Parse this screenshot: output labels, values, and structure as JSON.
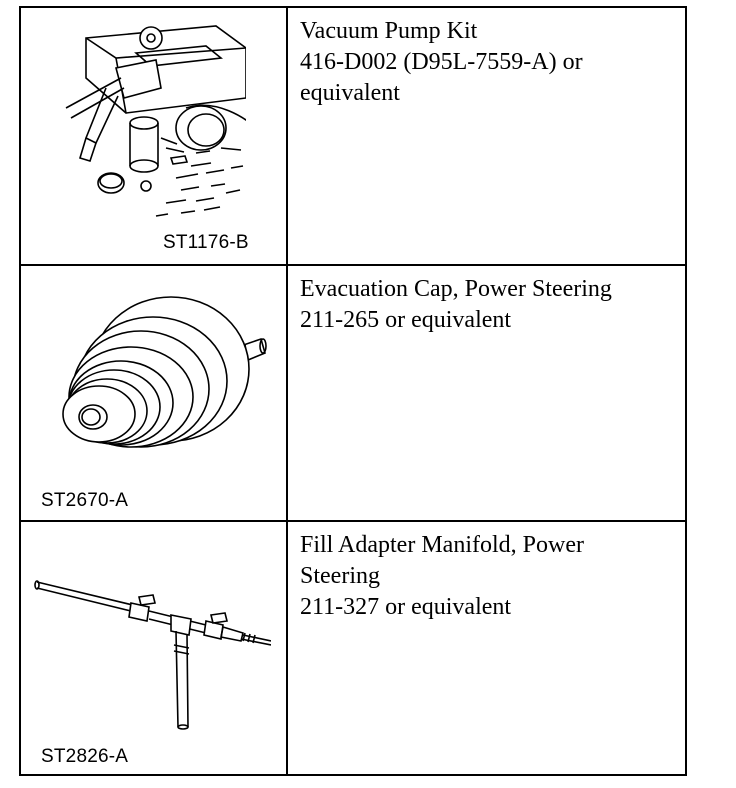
{
  "rows": [
    {
      "code": "ST1176-B",
      "lines": [
        "Vacuum Pump Kit",
        "416-D002 (D95L-7559-A) or",
        "equivalent"
      ],
      "icon": "vacuum-pump-kit-drawing"
    },
    {
      "code": "ST2670-A",
      "lines": [
        "Evacuation Cap, Power Steering",
        "211-265 or equivalent"
      ],
      "icon": "evacuation-cap-drawing"
    },
    {
      "code": "ST2826-A",
      "lines": [
        "Fill Adapter Manifold, Power",
        "Steering",
        "211-327 or equivalent"
      ],
      "icon": "fill-adapter-manifold-drawing"
    }
  ]
}
